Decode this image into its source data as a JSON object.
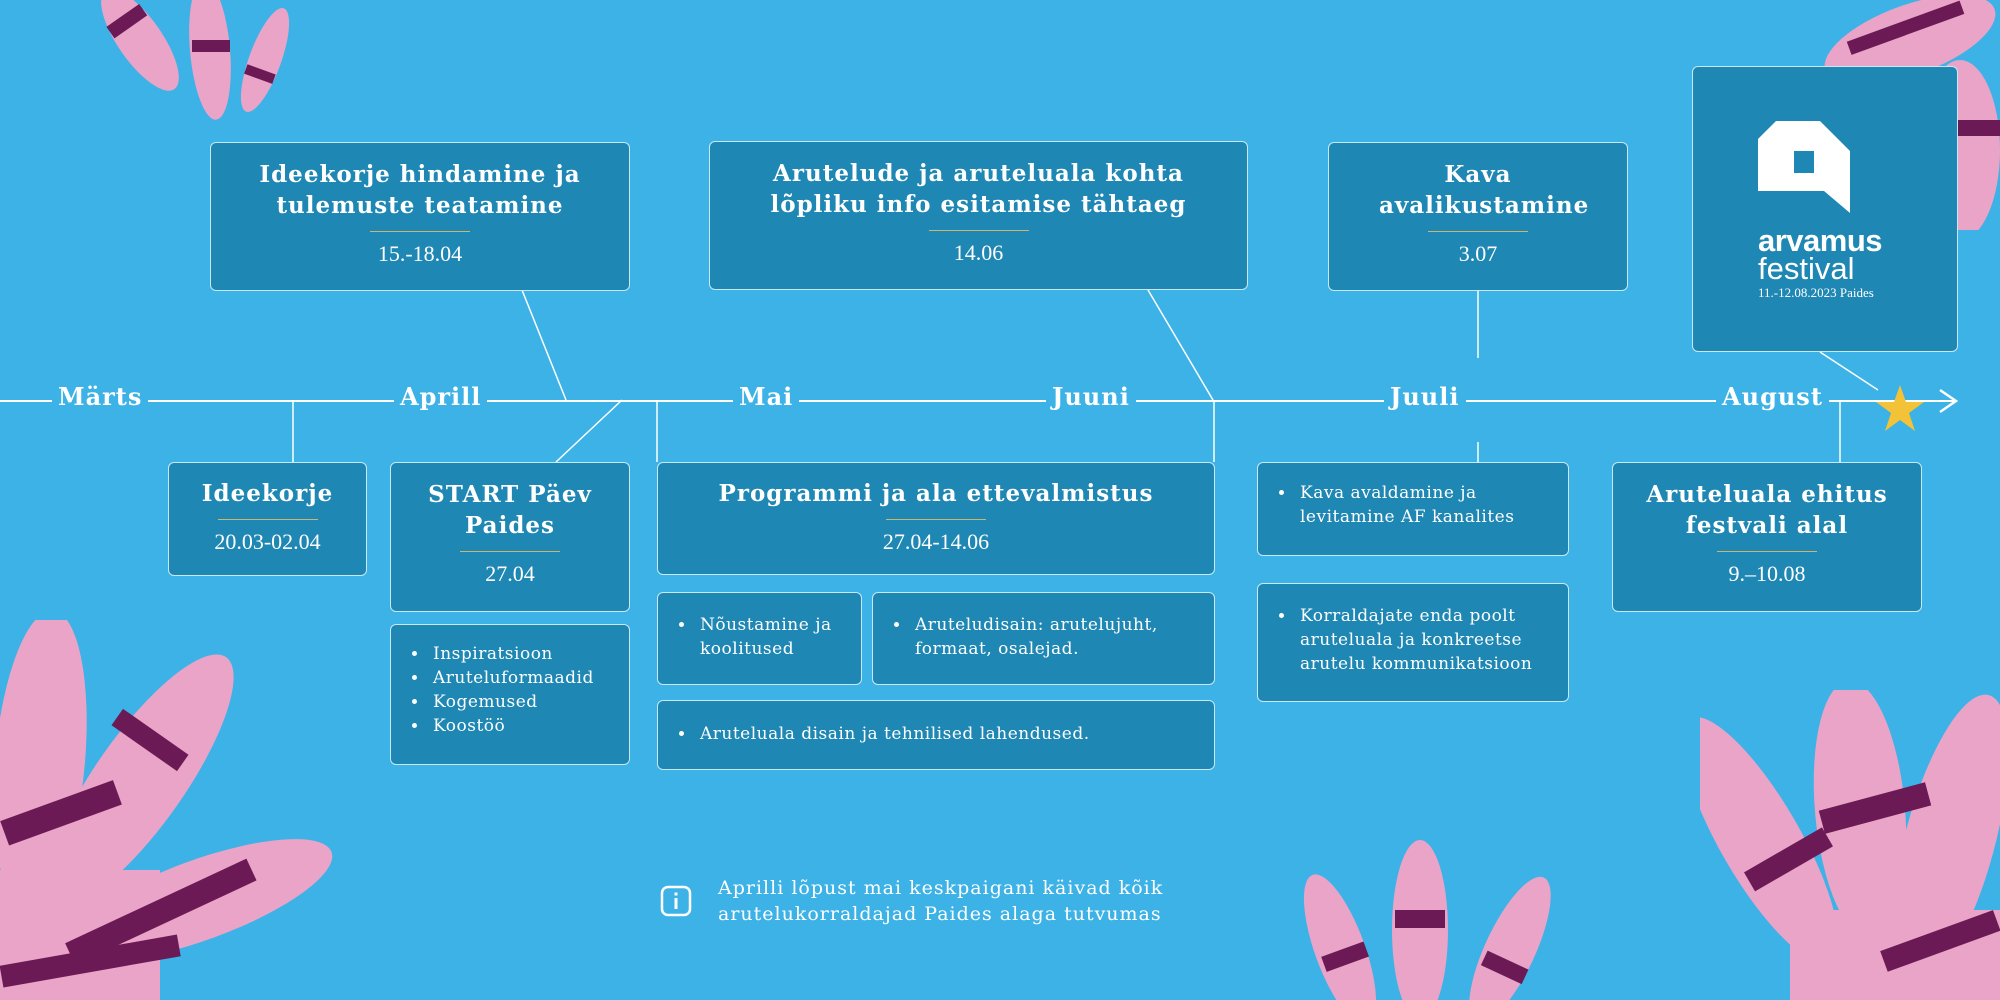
{
  "colors": {
    "background": "#3db2e6",
    "box": "#1e87b3",
    "accent_rule": "#c8b872",
    "star": "#f3c237",
    "leaf_pink": "#e9a4c8",
    "leaf_purple": "#6b1a55"
  },
  "months": [
    "Märts",
    "Aprill",
    "Mai",
    "Juuni",
    "Juuli",
    "August"
  ],
  "top_boxes": [
    {
      "title": "Ideekorje hindamine ja tulemuste teatamine",
      "date": "15.-18.04"
    },
    {
      "title": "Arutelude ja aruteluala kohta lõpliku info esitamise tähtaeg",
      "date": "14.06"
    },
    {
      "title": "Kava avalikustamine",
      "date": "3.07"
    }
  ],
  "bottom_boxes": [
    {
      "title": "Ideekorje",
      "date": "20.03-02.04"
    },
    {
      "title": "START Päev Paides",
      "date": "27.04"
    },
    {
      "title": "Programmi ja ala ettevalmistus",
      "date": "27.04-14.06"
    },
    {
      "title": "Aruteluala ehitus festvali alal",
      "date": "9.–10.08"
    }
  ],
  "lists": {
    "start": [
      "Inspiratsioon",
      "Aruteluformaadid",
      "Kogemused",
      "Koostöö"
    ],
    "prog_a": [
      "Nõustamine ja koolitused"
    ],
    "prog_b": [
      "Aruteludisain: arutelujuht, formaat, osalejad."
    ],
    "prog_c": [
      "Aruteluala disain ja tehnilised lahendused."
    ],
    "kava_a": [
      "Kava avaldamine ja levitamine AF kanalites"
    ],
    "kava_b": [
      "Korraldajate enda poolt aruteluala ja konkreetse arutelu kommunikatsioon"
    ]
  },
  "logo": {
    "word1": "arvamus",
    "word2": "festival",
    "dates": "11.-12.08.2023 Paides"
  },
  "note": {
    "icon": "info-icon",
    "text": "Aprilli lõpust mai keskpaigani käivad kõik arutelukorraldajad Paides alaga tutvumas"
  }
}
